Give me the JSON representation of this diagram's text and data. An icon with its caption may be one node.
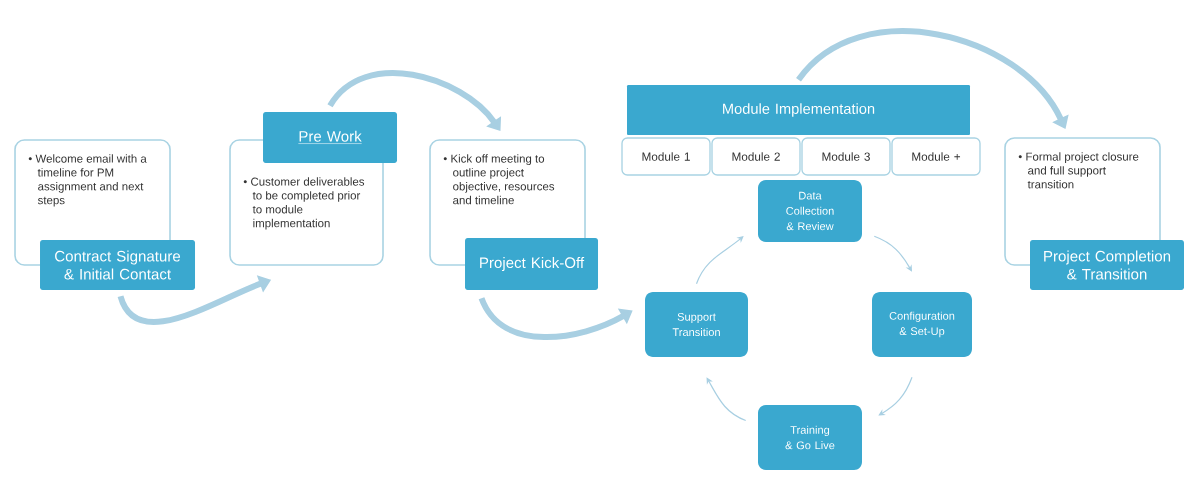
{
  "diagram": {
    "nodes": [
      {
        "text": [
          "• Welcome email with a timeline for PM assignment and next steps",
          "Contract Signature & Initial Contact"
        ]
      },
      {
        "text": [
          "Pre Work",
          "• Customer deliverables to be completed prior to module implementation"
        ]
      },
      {
        "text": [
          "• Kick off meeting to outline project objective, resources and timeline",
          "Project Kick-Off"
        ]
      },
      {
        "text": [
          "Module Implementation"
        ]
      },
      {
        "text": [
          "Module 1"
        ]
      },
      {
        "text": [
          "Module 2"
        ]
      },
      {
        "text": [
          "Module 3"
        ]
      },
      {
        "text": [
          "Module +"
        ]
      },
      {
        "text": [
          "Data Collection & Review"
        ]
      },
      {
        "text": [
          "Configuration & Set-Up"
        ]
      },
      {
        "text": [
          "Training & Go Live"
        ]
      },
      {
        "text": [
          "Support Transition"
        ]
      },
      {
        "text": [
          "• Formal project closure and full support transition",
          "Project Completion & Transition"
        ]
      }
    ],
    "edges": [
      {
        "from": 0,
        "to": 1,
        "arrow": "to",
        "style": "thick"
      },
      {
        "from": 1,
        "to": 2,
        "arrow": "to",
        "style": "thick"
      },
      {
        "from": 2,
        "to": 11,
        "arrow": "to",
        "style": "thick"
      },
      {
        "from": 3,
        "to": 12,
        "arrow": "to",
        "style": "thick"
      },
      {
        "from": 11,
        "to": 8,
        "arrow": "to"
      },
      {
        "from": 8,
        "to": 9,
        "arrow": "to"
      },
      {
        "from": 9,
        "to": 10,
        "arrow": "to"
      },
      {
        "from": 10,
        "to": 11,
        "arrow": "to"
      }
    ]
  }
}
